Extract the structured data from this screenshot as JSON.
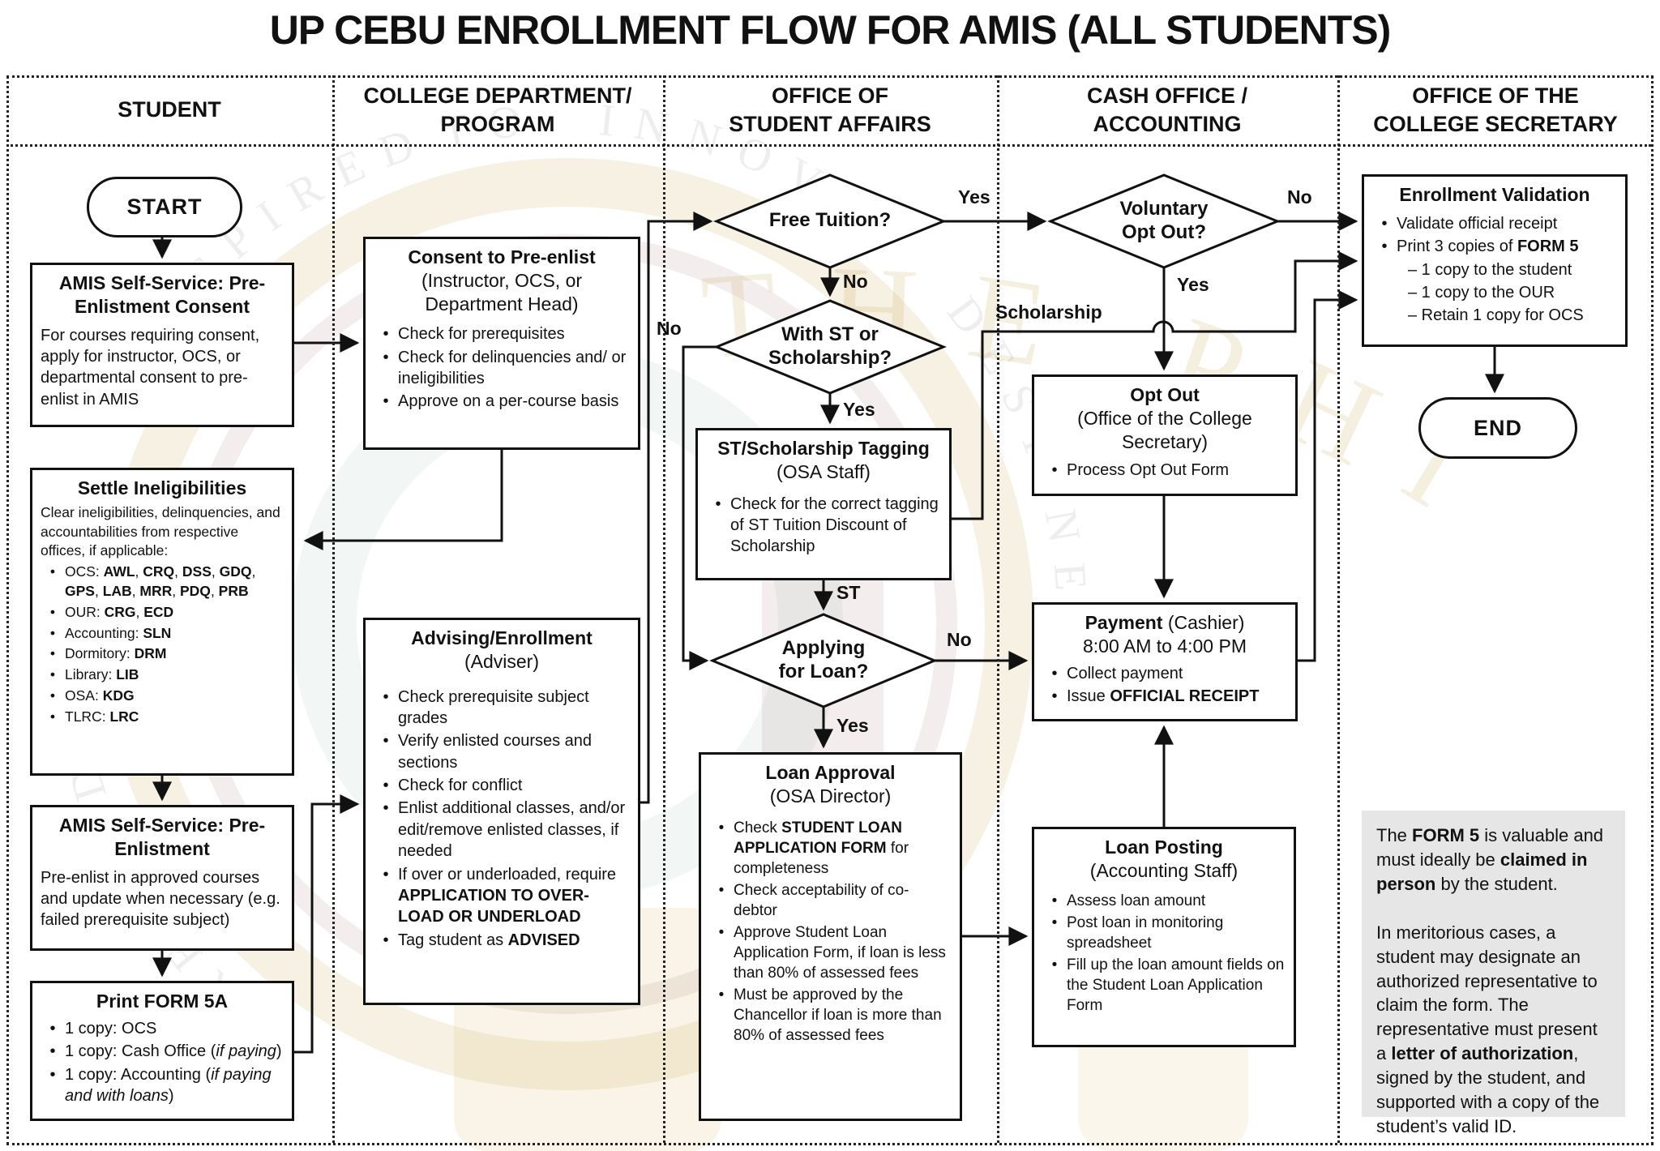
{
  "title": "UP CEBU ENROLLMENT FLOW FOR AMIS (ALL STUDENTS)",
  "lanes": [
    {
      "label": "STUDENT"
    },
    {
      "label": "COLLEGE DEPARTMENT/\nPROGRAM"
    },
    {
      "label": "OFFICE OF\nSTUDENT AFFAIRS"
    },
    {
      "label": "CASH OFFICE /\nACCOUNTING"
    },
    {
      "label": "OFFICE OF THE\nCOLLEGE SECRETARY"
    }
  ],
  "nodes": {
    "start": {
      "label": "START"
    },
    "end": {
      "label": "END"
    },
    "amis_consent": {
      "title": "AMIS Self-Service: Pre-Enlistment Consent",
      "body": "For courses requiring consent, apply for instructor, OCS, or departmental consent to pre-enlist in AMIS"
    },
    "settle": {
      "title": "Settle Ineligibilities",
      "intro": "Clear ineligibilities, delinquencies, and accountabilities from respective offices, if applicable:",
      "bullets": [
        [
          {
            "t": "OCS: "
          },
          {
            "t": "AWL",
            "b": 1
          },
          {
            "t": ", "
          },
          {
            "t": "CRQ",
            "b": 1
          },
          {
            "t": ", "
          },
          {
            "t": "DSS",
            "b": 1
          },
          {
            "t": ", "
          },
          {
            "t": "GDQ",
            "b": 1
          },
          {
            "t": ", "
          },
          {
            "t": "GPS",
            "b": 1
          },
          {
            "t": ", "
          },
          {
            "t": "LAB",
            "b": 1
          },
          {
            "t": ", "
          },
          {
            "t": "MRR",
            "b": 1
          },
          {
            "t": ", "
          },
          {
            "t": "PDQ",
            "b": 1
          },
          {
            "t": ", "
          },
          {
            "t": "PRB",
            "b": 1
          }
        ],
        [
          {
            "t": "OUR: "
          },
          {
            "t": "CRG",
            "b": 1
          },
          {
            "t": ", "
          },
          {
            "t": "ECD",
            "b": 1
          }
        ],
        [
          {
            "t": "Accounting: "
          },
          {
            "t": "SLN",
            "b": 1
          }
        ],
        [
          {
            "t": "Dormitory: "
          },
          {
            "t": "DRM",
            "b": 1
          }
        ],
        [
          {
            "t": "Library: "
          },
          {
            "t": "LIB",
            "b": 1
          }
        ],
        [
          {
            "t": "OSA: "
          },
          {
            "t": "KDG",
            "b": 1
          }
        ],
        [
          {
            "t": "TLRC: "
          },
          {
            "t": "LRC",
            "b": 1
          }
        ]
      ]
    },
    "amis_preenlist": {
      "title": "AMIS Self-Service: Pre-Enlistment",
      "body": "Pre-enlist in approved courses and update when necessary (e.g. failed prerequisite subject)"
    },
    "print_form5a": {
      "title": "Print FORM 5A",
      "bullets": [
        "1 copy: OCS",
        [
          {
            "t": "1 copy: Cash Office ("
          },
          {
            "t": "if paying",
            "i": 1
          },
          {
            "t": ")"
          }
        ],
        [
          {
            "t": "1 copy: Accounting ("
          },
          {
            "t": "if paying and with loans",
            "i": 1
          },
          {
            "t": ")"
          }
        ]
      ]
    },
    "consent": {
      "title": "Consent to Pre-enlist",
      "sub": "(Instructor, OCS, or Department Head)",
      "bullets": [
        "Check for prerequisites",
        "Check for delinquencies and/ or ineligibilities",
        "Approve on a per-course basis"
      ]
    },
    "advising": {
      "title": "Advising/Enrollment",
      "sub": "(Adviser)",
      "bullets": [
        "Check prerequisite subject grades",
        "Verify enlisted courses and sections",
        "Check for conflict",
        "Enlist additional classes, and/or edit/remove enlisted classes, if needed",
        [
          {
            "t": "If over or underloaded, require "
          },
          {
            "t": "APPLICATION TO OVER-LOAD OR UNDERLOAD",
            "b": 1
          }
        ],
        [
          {
            "t": "Tag student as "
          },
          {
            "t": "ADVISED",
            "b": 1
          }
        ]
      ]
    },
    "free_tuition": {
      "label": "Free Tuition?"
    },
    "with_st": {
      "label": "With ST or\nScholarship?"
    },
    "applying_loan": {
      "label": "Applying\nfor Loan?"
    },
    "voluntary_optout": {
      "label": "Voluntary\nOpt Out?"
    },
    "tagging": {
      "title": "ST/Scholarship Tagging",
      "sub": "(OSA Staff)",
      "bullets": [
        "Check for the correct tagging of ST Tuition Discount of Scholarship"
      ]
    },
    "loan_approval": {
      "title": "Loan Approval",
      "sub": "(OSA Director)",
      "bullets": [
        [
          {
            "t": "Check "
          },
          {
            "t": "STUDENT LOAN APPLICATION FORM",
            "b": 1
          },
          {
            "t": " for completeness"
          }
        ],
        "Check acceptability of co-debtor",
        "Approve Student Loan Application Form, if loan is less than 80% of assessed fees",
        "Must be approved by the Chancellor if loan is more than 80% of assessed fees"
      ]
    },
    "opt_out": {
      "title": "Opt Out",
      "sub": "(Office of the College Secretary)",
      "bullets": [
        "Process Opt Out Form"
      ]
    },
    "payment": {
      "title": [
        {
          "t": "Payment",
          "b": 1
        },
        {
          "t": " (Cashier)"
        }
      ],
      "sub": "8:00 AM to 4:00 PM",
      "bullets": [
        "Collect payment",
        [
          {
            "t": "Issue "
          },
          {
            "t": "OFFICIAL RECEIPT",
            "b": 1
          }
        ]
      ]
    },
    "loan_posting": {
      "title": "Loan Posting",
      "sub": "(Accounting Staff)",
      "bullets": [
        "Assess loan amount",
        "Post loan in monitoring spreadsheet",
        "Fill up the loan amount fields on the Student Loan Application Form"
      ]
    },
    "enrollment_validation": {
      "title": "Enrollment Validation",
      "bullets": [
        "Validate official receipt",
        [
          {
            "t": "Print 3 copies of "
          },
          {
            "t": "FORM 5",
            "b": 1
          }
        ]
      ],
      "subitems": [
        "– 1 copy to the student",
        "– 1 copy to the OUR",
        "– Retain 1 copy for OCS"
      ]
    },
    "note": {
      "p1": [
        {
          "t": "The "
        },
        {
          "t": "FORM 5",
          "b": 1
        },
        {
          "t": " is valuable and must ideally be "
        },
        {
          "t": "claimed in person",
          "b": 1
        },
        {
          "t": " by the student."
        }
      ],
      "p2": [
        {
          "t": "In meritorious cases, a student may designate an authorized representative to claim the form. The representative must present a "
        },
        {
          "t": "letter of authorization",
          "b": 1
        },
        {
          "t": ", signed by the student, and supported with a copy of the student’s valid ID."
        }
      ]
    }
  },
  "edges": {
    "free_tuition_yes": "Yes",
    "free_tuition_no": "No",
    "with_st_yes": "Yes",
    "with_st_no": "No",
    "tagging_st": "ST",
    "scholarship": "Scholarship",
    "applying_loan_no": "No",
    "applying_loan_yes": "Yes",
    "voluntary_no": "No",
    "voluntary_yes": "Yes"
  },
  "watermark": {
    "arc_texts": [
      "INSPIRED",
      "TO",
      "INNOV",
      "DESTINED",
      "CREATED"
    ],
    "seal_text": "OF THE PHI"
  },
  "colors": {
    "line": "#111111",
    "note_bg": "#e6e6e6"
  }
}
